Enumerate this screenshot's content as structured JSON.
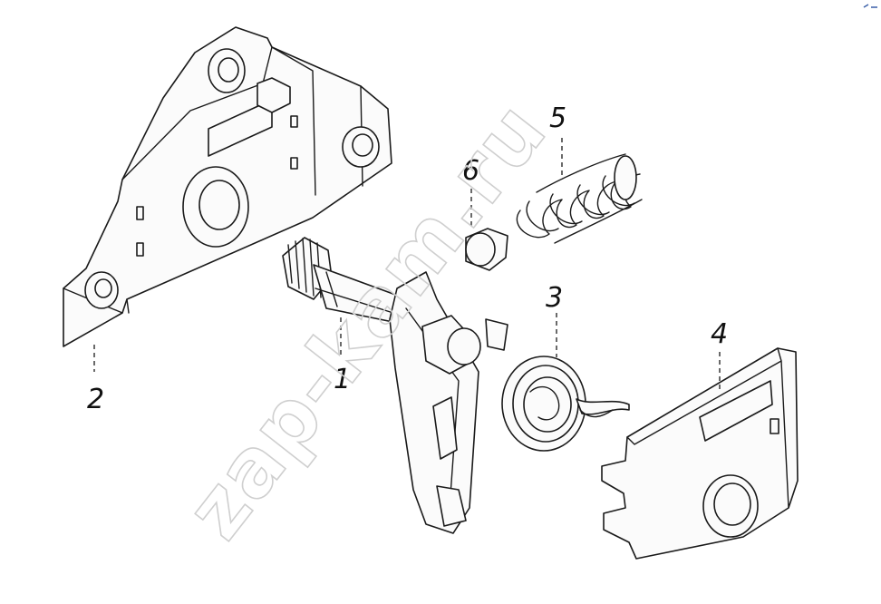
{
  "callouts": {
    "shaft_lever": "1",
    "bracket": "2",
    "torsion_spring": "3",
    "cover": "4",
    "coil_spring": "5",
    "pin": "6"
  },
  "watermark": "zap-kam.ru",
  "colors": {
    "line": "#1a1a1a",
    "background": "#ffffff",
    "watermark": "#cfcfcf"
  }
}
